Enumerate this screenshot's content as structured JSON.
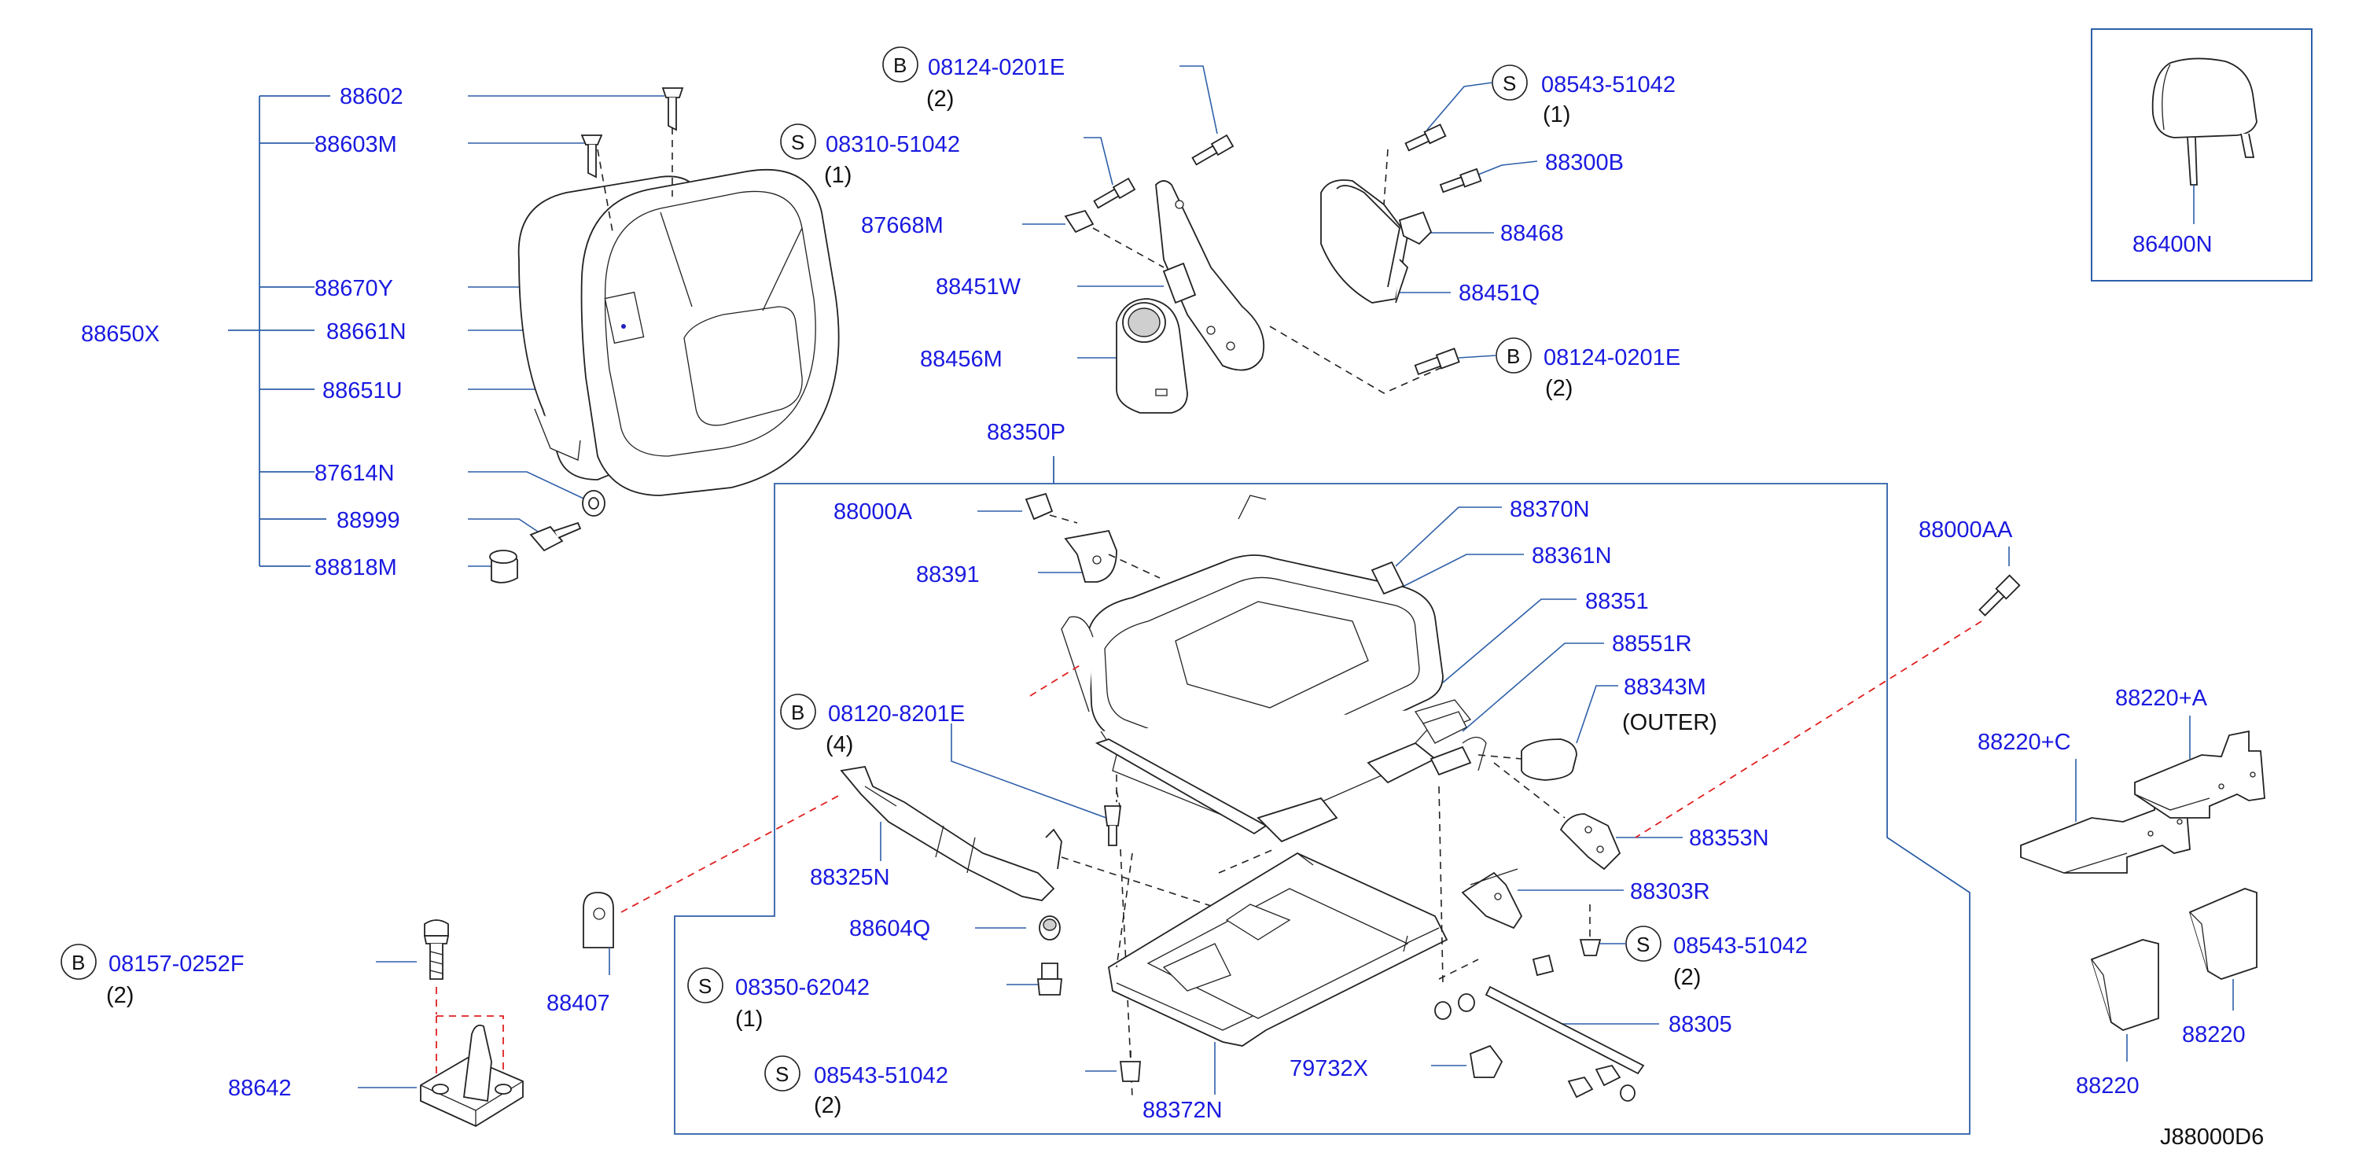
{
  "diagram_code": "J88000D6",
  "labels": {
    "p88602": "88602",
    "p88603M": "88603M",
    "p88670Y": "88670Y",
    "p88661N": "88661N",
    "p88650X": "88650X",
    "p88651U": "88651U",
    "p87614N": "87614N",
    "p88999": "88999",
    "p88818M": "88818M",
    "p08124a": "08124-0201E",
    "p08310": "08310-51042",
    "p87668M": "87668M",
    "p88451W": "88451W",
    "p88456M": "88456M",
    "p08543a": "08543-51042",
    "p88300B": "88300B",
    "p88468": "88468",
    "p88451Q": "88451Q",
    "p08124b": "08124-0201E",
    "p86400N": "86400N",
    "p88350P": "88350P",
    "p88000A": "88000A",
    "p88391": "88391",
    "p88370N": "88370N",
    "p88361N": "88361N",
    "p88351": "88351",
    "p88551R": "88551R",
    "p88343M": "88343M",
    "p88343M_note": "(OUTER)",
    "p88000AA": "88000AA",
    "p08120": "08120-8201E",
    "p88325N": "88325N",
    "p88604Q": "88604Q",
    "p08350": "08350-62042",
    "p08543b": "08543-51042",
    "p88372N": "88372N",
    "p79732X": "79732X",
    "p88305": "88305",
    "p08543c": "08543-51042",
    "p88303R": "88303R",
    "p88353N": "88353N",
    "p88407": "88407",
    "p08157": "08157-0252F",
    "p88642": "88642",
    "p88220C": "88220+C",
    "p88220A": "88220+A",
    "p88220a": "88220",
    "p88220b": "88220"
  },
  "quantities": {
    "q08124a": "(2)",
    "q08310": "(1)",
    "q08543a": "(1)",
    "q08124b": "(2)",
    "q08120": "(4)",
    "q08350": "(1)",
    "q08543b": "(2)",
    "q08543c": "(2)",
    "q08157": "(2)"
  },
  "markers": {
    "bolt": "B",
    "screw": "S"
  }
}
